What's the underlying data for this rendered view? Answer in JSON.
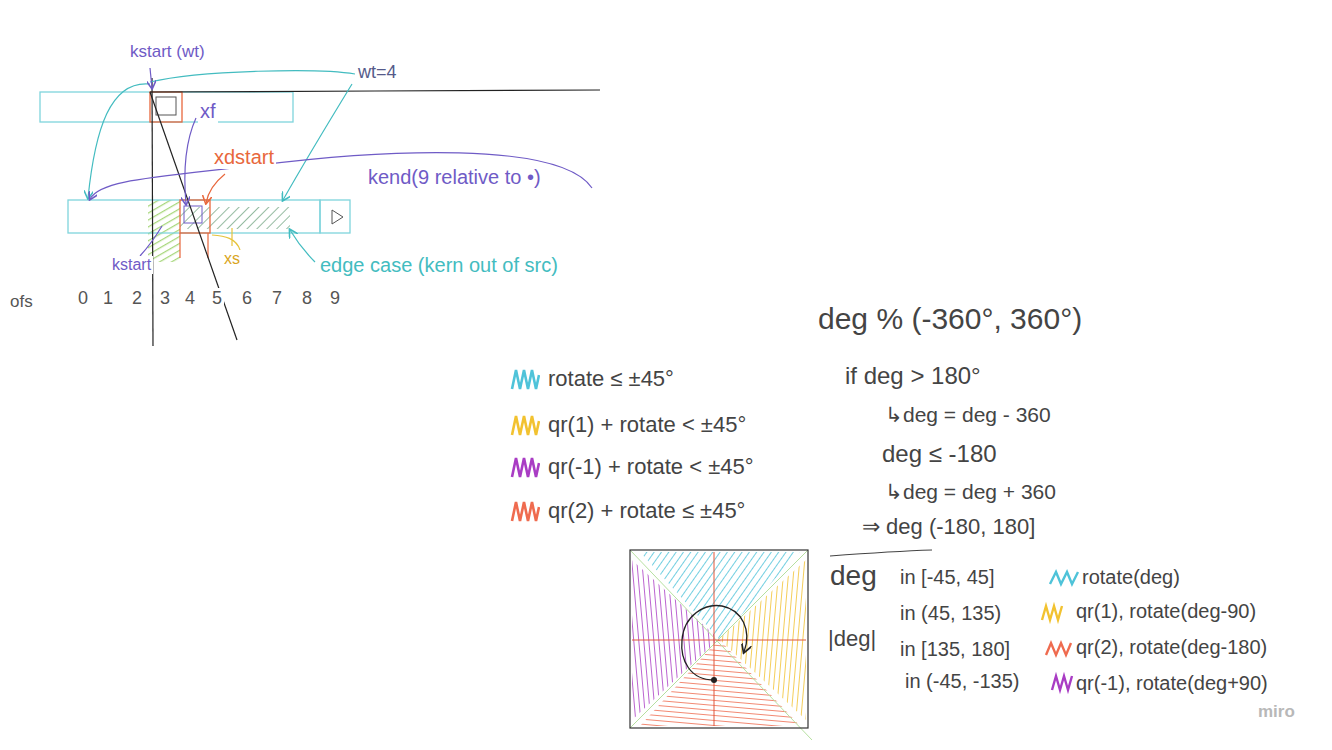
{
  "diagram": {
    "labels": [
      "kstart (wt)",
      "wt=4",
      "xf",
      "xdstart",
      "kend(9 relative to •)",
      "kstart",
      "xs",
      "edge case (kern out of src)",
      "ofs",
      "0",
      "1",
      "2",
      "3",
      "4",
      "5",
      "6",
      "7",
      "8",
      "9",
      "deg % (-360°, 360°)",
      "if deg > 180°",
      "↳deg = deg - 360",
      "deg ≤ -180",
      "↳deg = deg + 360",
      "⇒ deg (-180, 180]",
      "deg",
      "in [-45, 45]",
      "rotate(deg)",
      "in (45, 135)",
      "qr(1), rotate(deg-90)",
      "|deg|",
      "in [135, 180]",
      "qr(2), rotate(deg-180)",
      "in (-45, -135)",
      "qr(-1), rotate(deg+90)",
      "miro"
    ],
    "legend": [
      {
        "text": "rotate ≤ ±45°",
        "color": "#4fc3d9"
      },
      {
        "text": "qr(1) + rotate < ±45°",
        "color": "#f2c230"
      },
      {
        "text": "qr(-1) + rotate < ±45°",
        "color": "#a93cc4"
      },
      {
        "text": "qr(2) + rotate ≤ ±45°",
        "color": "#ef6b4f"
      }
    ]
  }
}
